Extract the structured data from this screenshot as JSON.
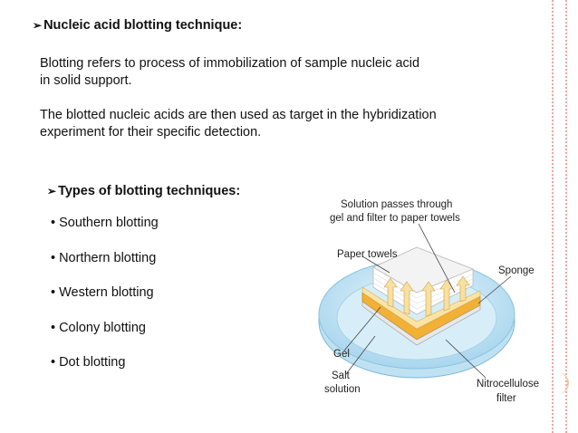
{
  "slide": {
    "heading1": "Nucleic acid blotting technique:",
    "para1_line1": "Blotting refers to process of  immobilization of  sample nucleic acid",
    "para1_line2": "in solid support.",
    "para2_line1": "The blotted nucleic acids are then used as target in the hybridization",
    "para2_line2": "experiment for their specific detection.",
    "heading2": "Types of blotting techniques:",
    "bullet_glyph": "•",
    "arrow_glyph": "➢",
    "types": [
      "Southern blotting",
      "Northern blotting",
      "Western blotting",
      "Colony blotting",
      "Dot blotting"
    ]
  },
  "diagram": {
    "label_solution_line1": "Solution passes through",
    "label_solution_line2": "gel and filter to paper towels",
    "label_paper_towels": "Paper towels",
    "label_sponge": "Sponge",
    "label_gel": "Gel",
    "label_salt_line1": "Salt",
    "label_salt_line2": "solution",
    "label_nitro_line1": "Nitrocellulose",
    "label_nitro_line2": "filter"
  },
  "colors": {
    "rule": "#e8a9a2",
    "dish_fill": "#cfe9f6",
    "gel": "#f2b134",
    "towel": "#f6f6f6"
  }
}
